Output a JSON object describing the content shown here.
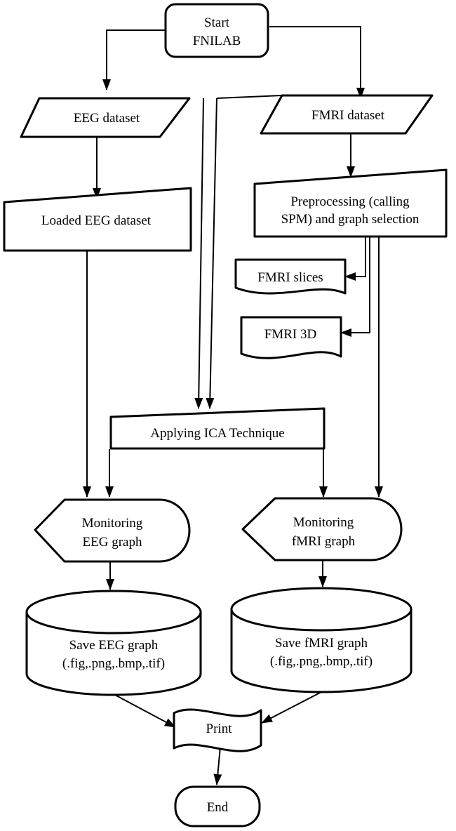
{
  "nodes": {
    "start": {
      "line1": "Start",
      "line2": "FNILAB"
    },
    "eeg_dataset": {
      "label": "EEG dataset"
    },
    "fmri_dataset": {
      "label": "FMRI dataset"
    },
    "loaded_eeg": {
      "label": "Loaded EEG dataset"
    },
    "preprocessing": {
      "line1": "Preprocessing (calling",
      "line2": "SPM) and graph selection"
    },
    "fmri_slices": {
      "label": "FMRI slices"
    },
    "fmri_3d": {
      "label": "FMRI 3D"
    },
    "ica": {
      "label": "Applying ICA Technique"
    },
    "monitor_eeg": {
      "line1": "Monitoring",
      "line2": "EEG graph"
    },
    "monitor_fmri": {
      "line1": "Monitoring",
      "line2": "fMRI graph"
    },
    "save_eeg": {
      "line1": "Save EEG graph",
      "line2": "(.fig,.png,.bmp,.tif)"
    },
    "save_fmri": {
      "line1": "Save fMRI graph",
      "line2": "(.fig,.png,.bmp,.tif)"
    },
    "print": {
      "label": "Print"
    },
    "end": {
      "label": "End"
    }
  },
  "colors": {
    "stroke": "#000000",
    "fill": "#ffffff"
  }
}
